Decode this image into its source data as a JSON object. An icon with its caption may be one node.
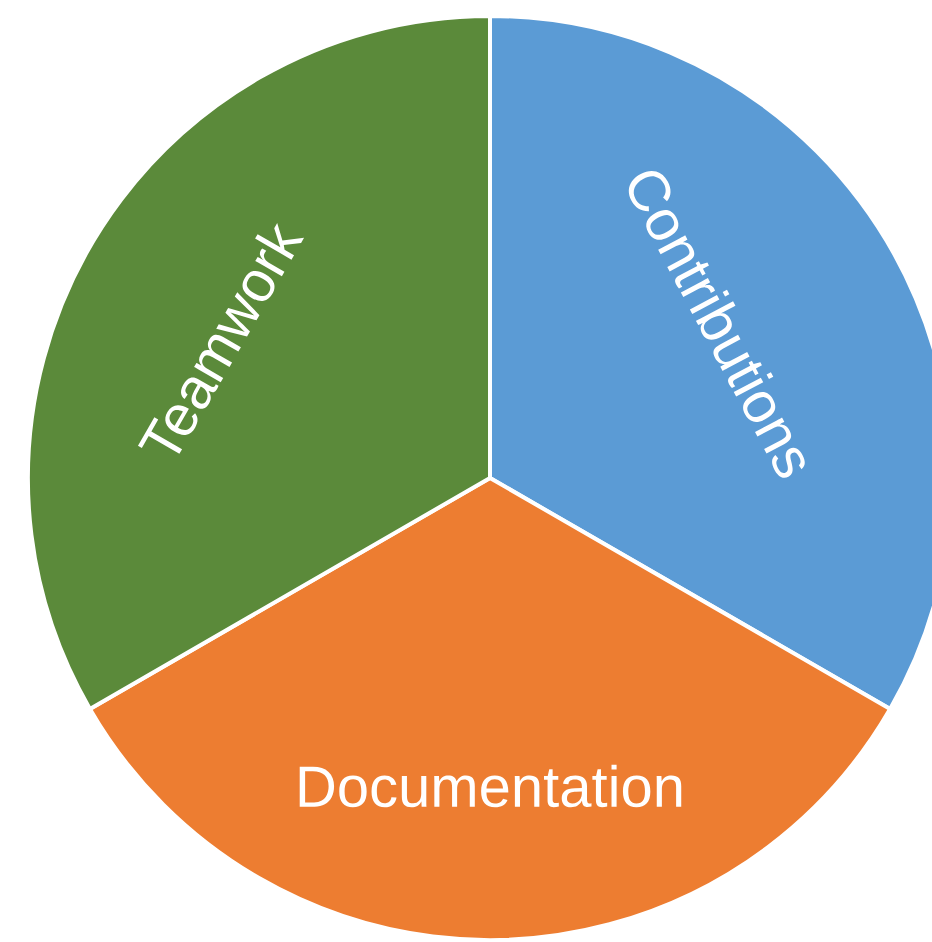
{
  "diagram": {
    "nodes": [
      {
        "text": [
          "Contributions"
        ]
      },
      {
        "text": [
          "Documentation"
        ]
      },
      {
        "text": [
          "Teamwork"
        ]
      }
    ]
  }
}
